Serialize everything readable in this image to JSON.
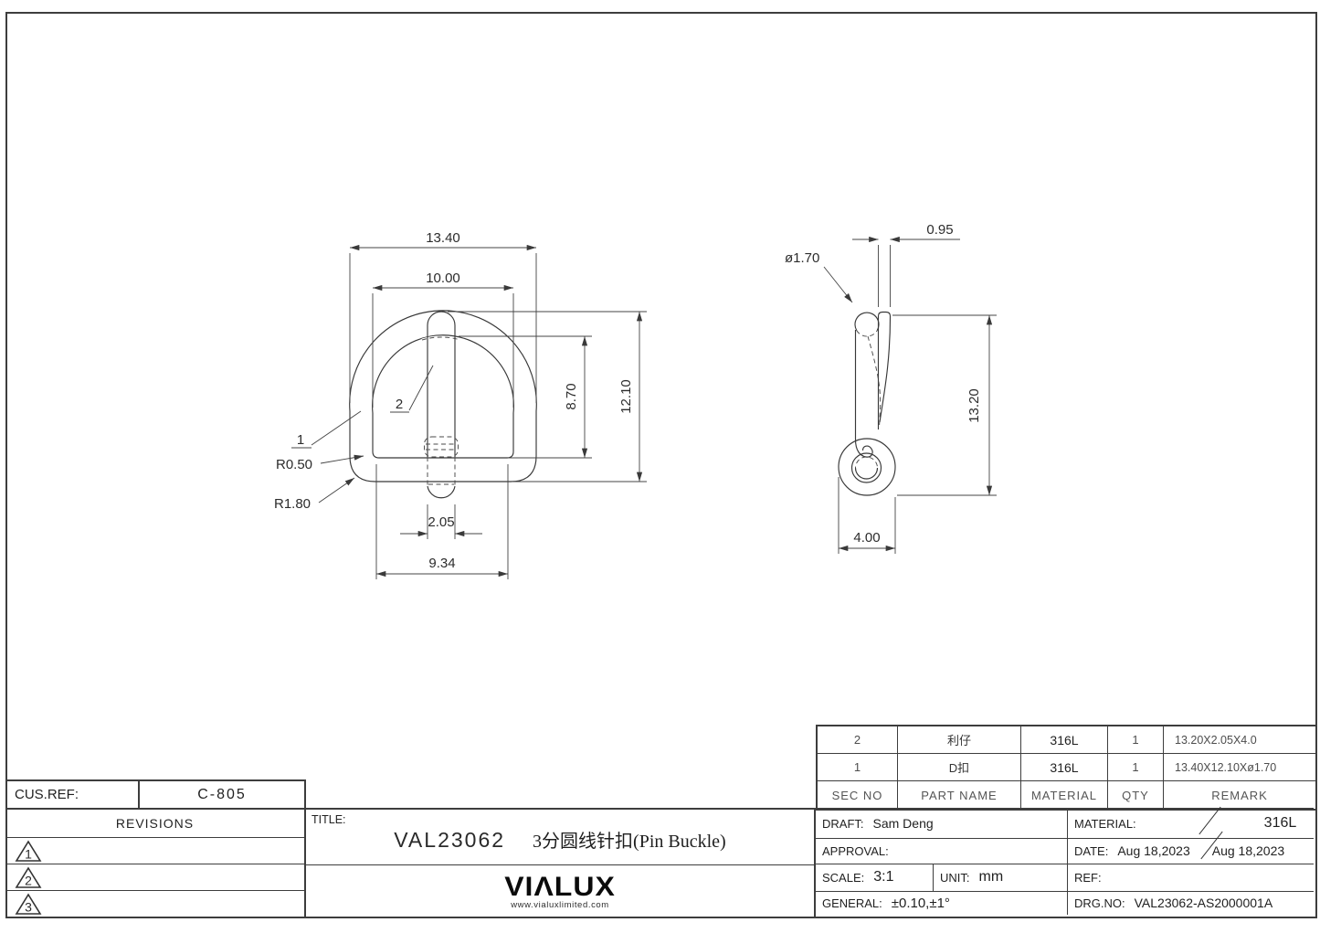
{
  "drawing": {
    "front": {
      "width_overall": "13.40",
      "width_inner": "10.00",
      "height_inner": "8.70",
      "height_overall": "12.10",
      "pin_width": "2.05",
      "width_bottom": "9.34",
      "radius_small": "R0.50",
      "radius_large": "R1.80",
      "callout_1": "1",
      "callout_2": "2"
    },
    "side": {
      "head_offset": "0.95",
      "wire_diameter": "ø1.70",
      "height": "13.20",
      "loop_width": "4.00"
    }
  },
  "parts_table": {
    "headers": {
      "sec_no": "SEC NO",
      "part_name": "PART NAME",
      "material": "MATERIAL",
      "qty": "QTY",
      "remark": "REMARK"
    },
    "rows": [
      {
        "sec_no": "2",
        "part_name": "利仔",
        "material": "316L",
        "qty": "1",
        "remark": "13.20X2.05X4.0"
      },
      {
        "sec_no": "1",
        "part_name": "D扣",
        "material": "316L",
        "qty": "1",
        "remark": "13.40X12.10Xø1.70"
      }
    ]
  },
  "title_block": {
    "cus_ref_label": "CUS.REF:",
    "cus_ref": "C-805",
    "revisions_label": "REVISIONS",
    "revisions": [
      "1",
      "2",
      "3"
    ],
    "title_label": "TITLE:",
    "drawing_code": "VAL23062",
    "drawing_title": "3分圆线针扣(Pin Buckle)",
    "logo": "VIΛLUX",
    "logo_url": "www.vialuxlimited.com",
    "draft_label": "DRAFT:",
    "draft": "Sam Deng",
    "approval_label": "APPROVAL:",
    "scale_label": "SCALE:",
    "scale": "3:1",
    "unit_label": "UNIT:",
    "unit": "mm",
    "general_label": "GENERAL:",
    "general": "±0.10,±1°",
    "material_label": "MATERIAL:",
    "material": "316L",
    "date_label": "DATE:",
    "date1": "Aug 18,2023",
    "date2": "Aug 18,2023",
    "ref_label": "REF:",
    "drg_no_label": "DRG.NO:",
    "drg_no": "VAL23062-AS2000001A"
  }
}
